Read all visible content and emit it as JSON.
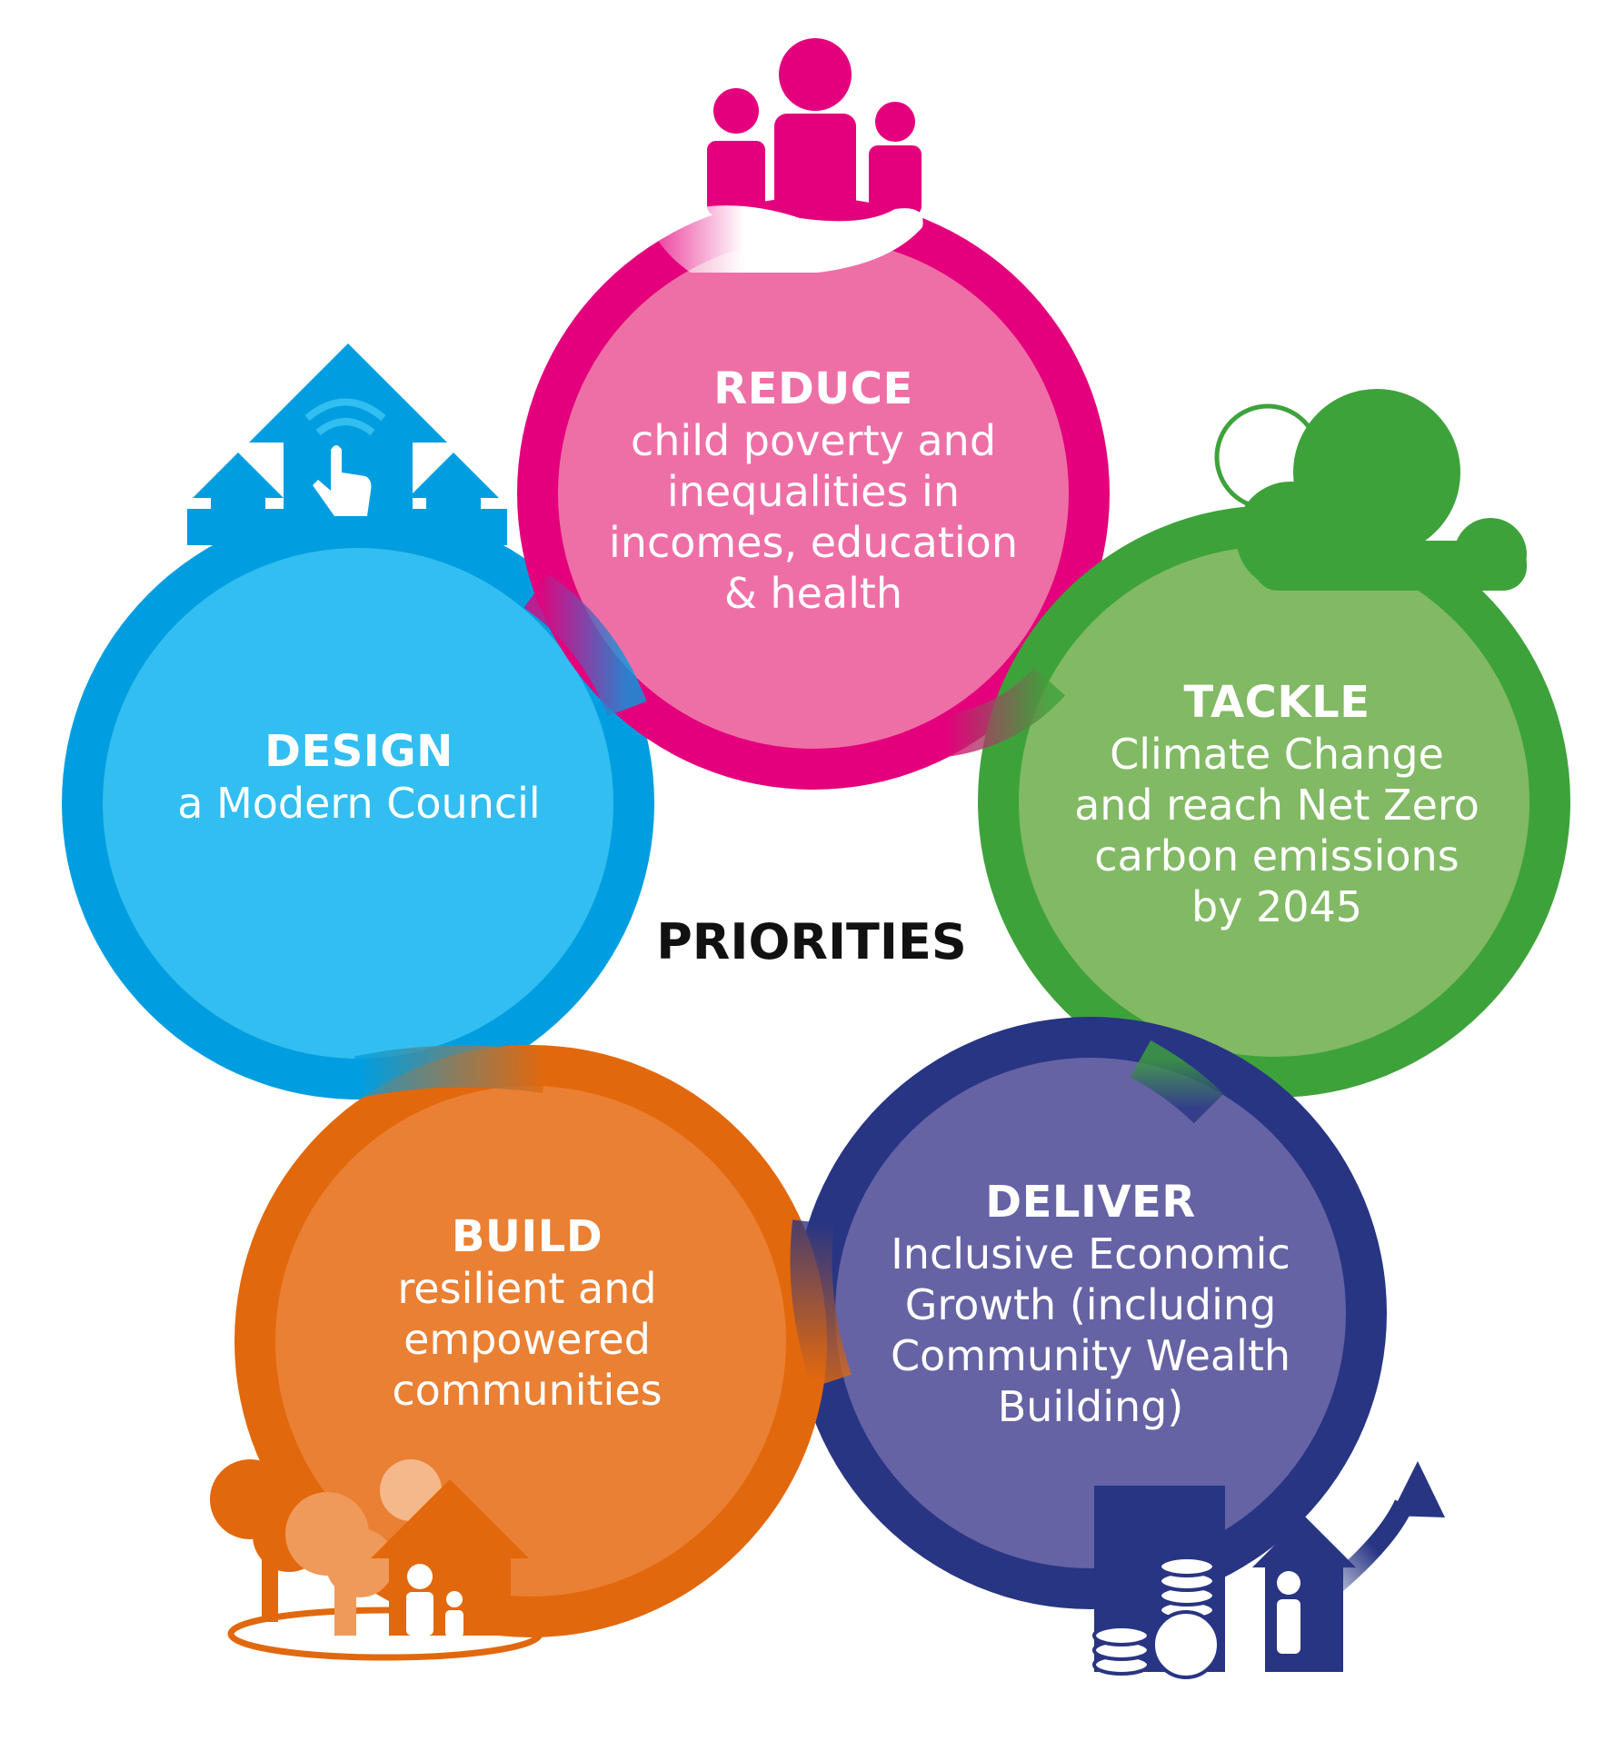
{
  "center": {
    "title": "PRIORITIES"
  },
  "priorities": [
    {
      "id": "reduce",
      "heading": "REDUCE",
      "lines": [
        "child poverty and",
        "inequalities in",
        "incomes, education",
        "& health"
      ],
      "ring_color": "#e4007c",
      "fill_color": "#ee6fa6",
      "icon": "people-in-hand-icon"
    },
    {
      "id": "tackle",
      "heading": "TACKLE",
      "lines": [
        "Climate Change",
        "and reach Net Zero",
        "carbon emissions",
        "by 2045"
      ],
      "ring_color": "#3ea23b",
      "fill_color": "#82b964",
      "icon": "cloud-icon"
    },
    {
      "id": "deliver",
      "heading": "DELIVER",
      "lines": [
        "Inclusive Economic",
        "Growth (including",
        "Community Wealth",
        "Building)"
      ],
      "ring_color": "#283583",
      "fill_color": "#6563a4",
      "icon": "coins-house-icon"
    },
    {
      "id": "build",
      "heading": "BUILD",
      "lines": [
        "resilient and",
        "empowered",
        "communities"
      ],
      "ring_color": "#e2680d",
      "fill_color": "#ea8033",
      "icon": "house-trees-family-icon"
    },
    {
      "id": "design",
      "heading": "DESIGN",
      "lines": [
        "a Modern Council"
      ],
      "ring_color": "#009ee0",
      "fill_color": "#32bef0",
      "icon": "touch-arrows-icon"
    }
  ]
}
